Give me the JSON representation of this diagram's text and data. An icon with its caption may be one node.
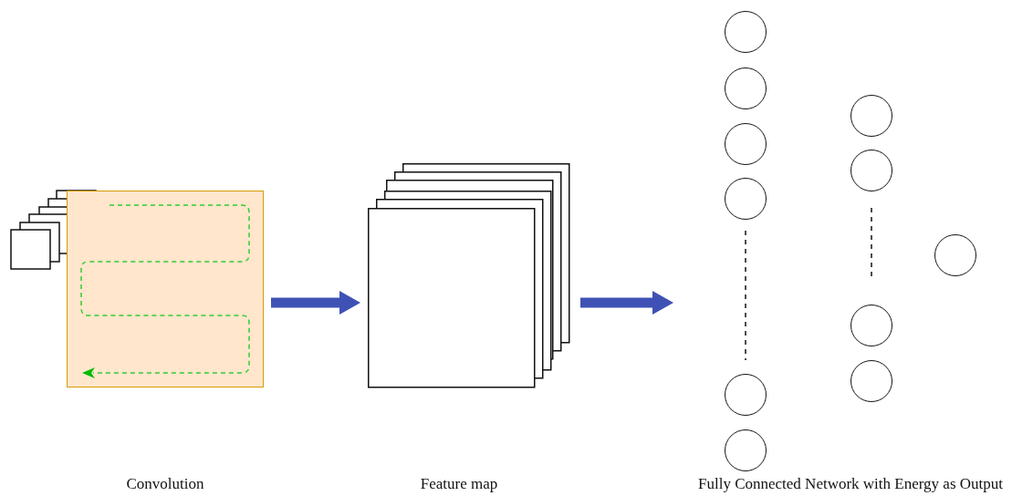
{
  "diagram": {
    "nodes": [
      {
        "text": [],
        "shape": "box"
      },
      {
        "text": [],
        "shape": "box"
      },
      {
        "text": [],
        "shape": "circle"
      },
      {
        "text": [],
        "shape": "circle"
      },
      {
        "text": [],
        "shape": "circle"
      },
      {
        "text": [],
        "shape": "circle"
      },
      {
        "text": [],
        "shape": "circle"
      },
      {
        "text": [],
        "shape": "circle"
      },
      {
        "text": [],
        "shape": "circle"
      },
      {
        "text": [],
        "shape": "circle"
      },
      {
        "text": [],
        "shape": "circle"
      },
      {
        "text": [],
        "shape": "circle"
      },
      {
        "text": [],
        "shape": "circle"
      }
    ],
    "edges": [
      {
        "from": 0,
        "to": 1,
        "arrow": "to"
      },
      {
        "from": 1,
        "to": null,
        "arrow": "to"
      }
    ],
    "labels": [
      "Convolution",
      "Feature map",
      "Fully Connected Network with Energy as Output"
    ]
  }
}
